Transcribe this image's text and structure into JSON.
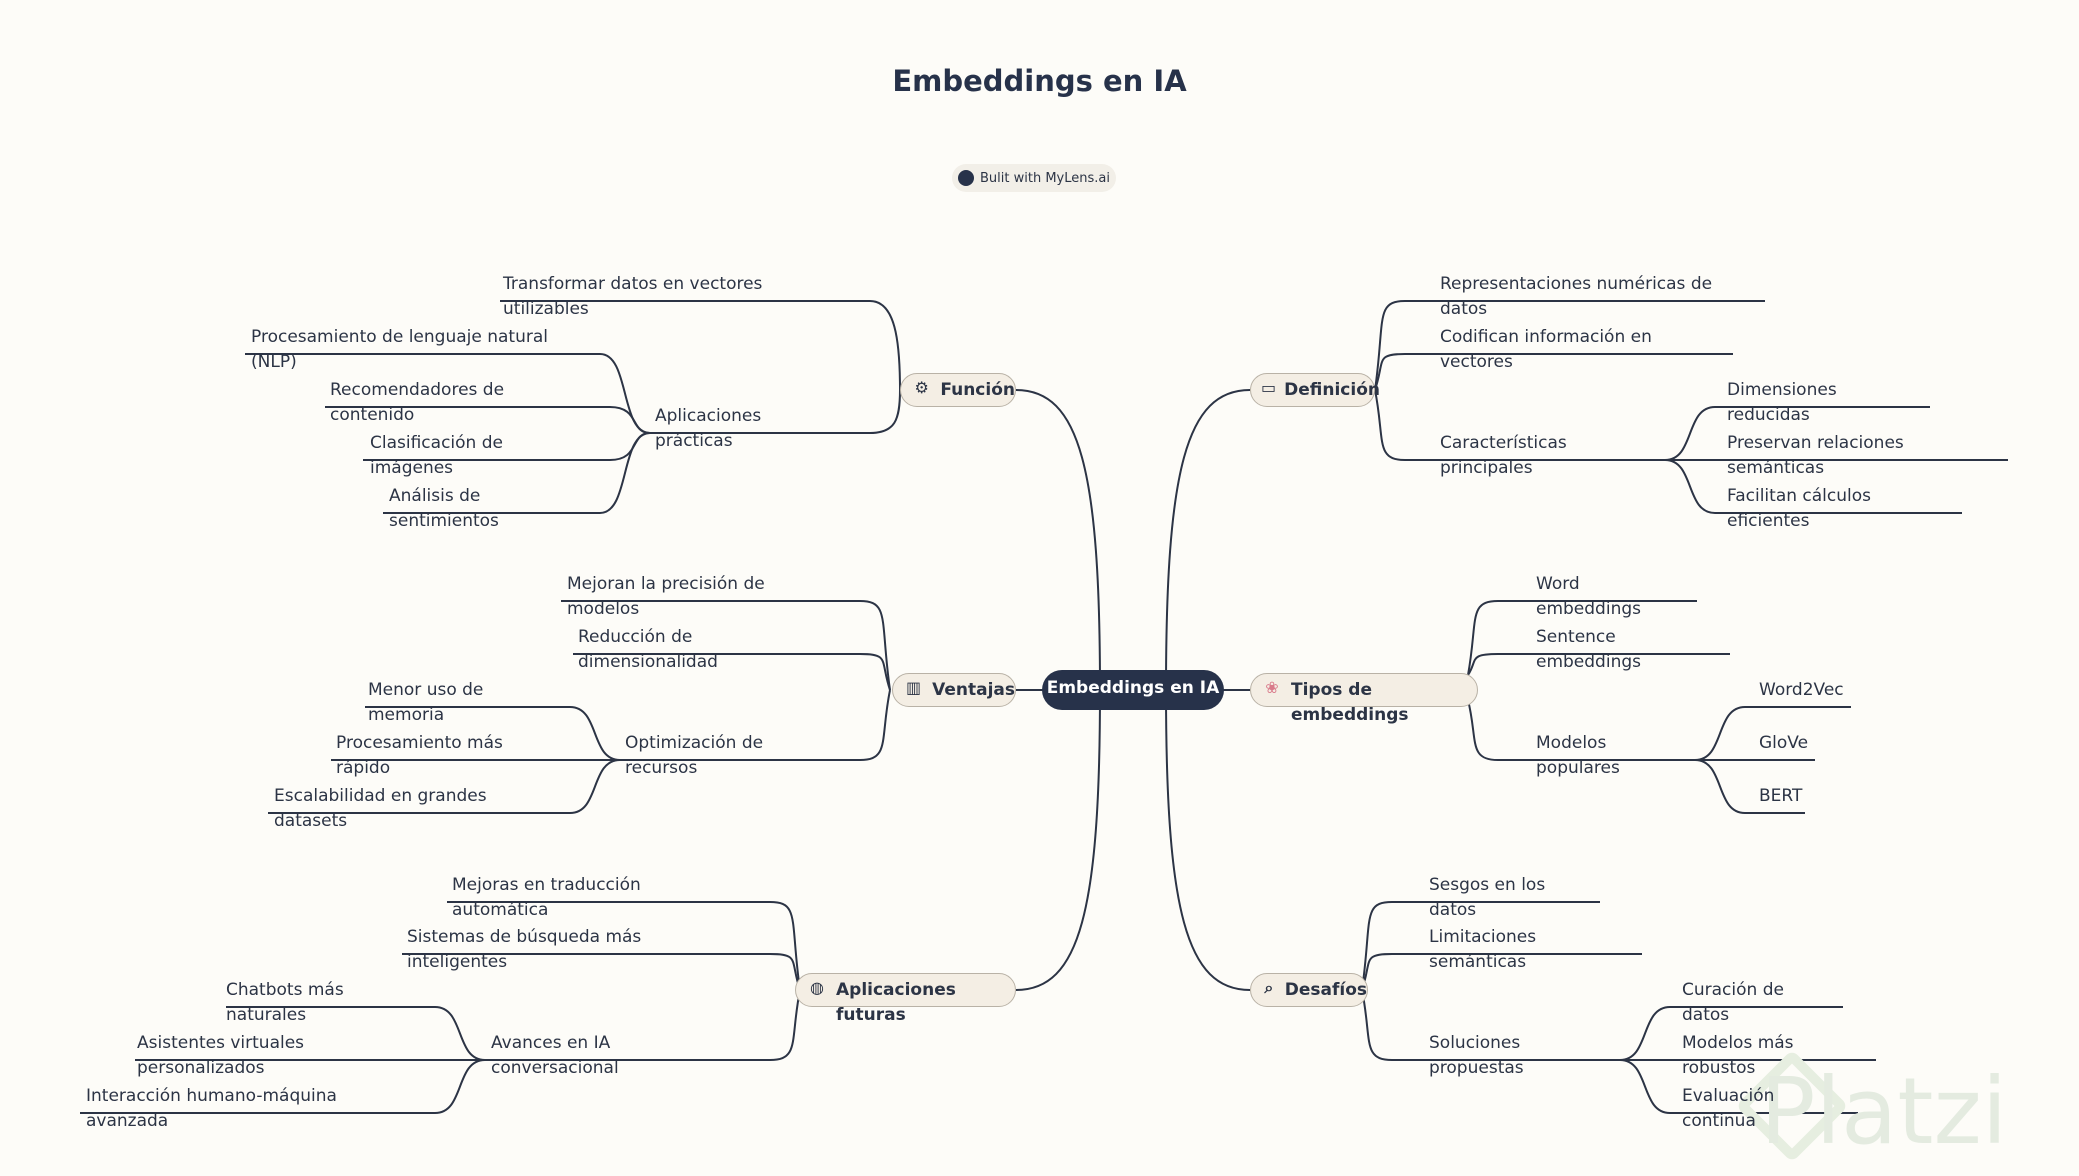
{
  "title": "Embeddings en IA",
  "badge": "Bulit with MyLens.ai",
  "center": "Embeddings en IA",
  "watermark": "Platzi",
  "branches": {
    "funcion": {
      "label": "Función",
      "icon": "gear-icon",
      "items": {
        "transformar": "Transformar datos en vectores utilizables",
        "aplicaciones": "Aplicaciones prácticas",
        "nlp": "Procesamiento de lenguaje natural (NLP)",
        "recomendadores": "Recomendadores de contenido",
        "clasificacion": "Clasificación de imágenes",
        "sentimientos": "Análisis de sentimientos"
      }
    },
    "ventajas": {
      "label": "Ventajas",
      "icon": "bar-chart-icon",
      "items": {
        "precision": "Mejoran la precisión de modelos",
        "reduccion": "Reducción de dimensionalidad",
        "optimizacion": "Optimización de recursos",
        "memoria": "Menor uso de memoria",
        "rapido": "Procesamiento más rápido",
        "escalabilidad": "Escalabilidad en grandes datasets"
      }
    },
    "aplicaciones_futuras": {
      "label": "Aplicaciones futuras",
      "icon": "globe-icon",
      "items": {
        "traduccion": "Mejoras en traducción automática",
        "busqueda": "Sistemas de búsqueda más inteligentes",
        "avances": "Avances en IA conversacional",
        "chatbots": "Chatbots más naturales",
        "asistentes": "Asistentes virtuales personalizados",
        "interaccion": "Interacción humano-máquina avanzada"
      }
    },
    "definicion": {
      "label": "Definición",
      "icon": "book-icon",
      "items": {
        "representaciones": "Representaciones numéricas de datos",
        "codifican": "Codifican información en vectores",
        "caracteristicas": "Características principales",
        "dimensiones": "Dimensiones reducidas",
        "preservan": "Preservan relaciones semánticas",
        "facilitan": "Facilitan cálculos eficientes"
      }
    },
    "tipos": {
      "label": "Tipos de embeddings",
      "icon": "brain-icon",
      "items": {
        "word": "Word embeddings",
        "sentence": "Sentence embeddings",
        "modelos": "Modelos populares",
        "word2vec": "Word2Vec",
        "glove": "GloVe",
        "bert": "BERT"
      }
    },
    "desafios": {
      "label": "Desafíos",
      "icon": "magnifier-icon",
      "items": {
        "sesgos": "Sesgos en los datos",
        "limitaciones": "Limitaciones semánticas",
        "soluciones": "Soluciones propuestas",
        "curacion": "Curación de datos",
        "robustos": "Modelos más robustos",
        "evaluacion": "Evaluación continua"
      }
    }
  }
}
